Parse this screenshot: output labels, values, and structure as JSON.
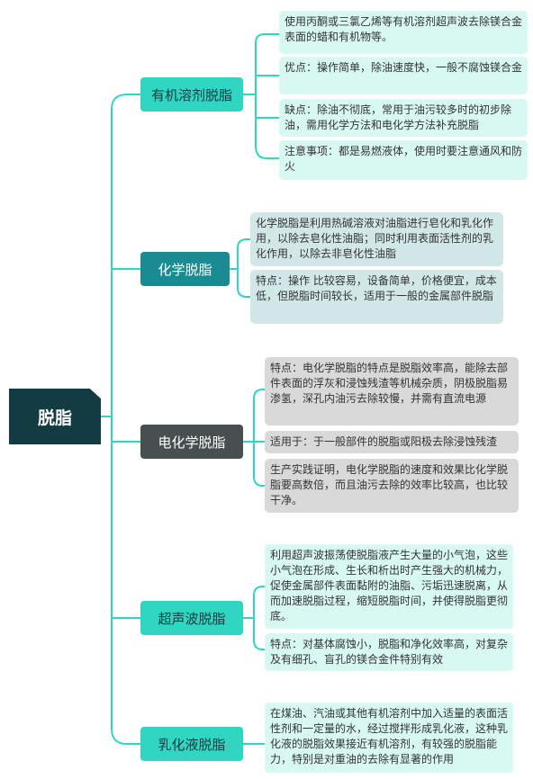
{
  "root": {
    "label": "脱脂"
  },
  "branches": [
    {
      "label": "有机溶剂脱脂",
      "leaves": [
        "使用丙酮或三氯乙烯等有机溶剂超声波去除镁合金表面的蜡和有机物等。",
        "优点：操作简单，除油速度快，一般不腐蚀镁合金",
        "缺点：除油不彻底，常用于油污较多时的初步除油，需用化学方法和电化学方法补充脱脂",
        "注意事项：都是易燃液体，使用时要注意通风和防火"
      ]
    },
    {
      "label": "化学脱脂",
      "leaves": [
        "化学脱脂是利用热碱溶液对油脂进行皂化和乳化作用，以除去皂化性油脂；同时利用表面活性剂的乳化作用，以除去非皂化性油脂",
        "特点：操作 比较容易，设备简单，价格便宜，成本低，但脱脂时间较长，适用于一般的金属部件脱脂"
      ]
    },
    {
      "label": "电化学脱脂",
      "leaves": [
        "特点：电化学脱脂的特点是脱脂效率高，能除去部 件表面的浮灰和浸蚀残渣等机械杂质，阴极脱脂易渗氢，深孔内油污去除较慢，并需有直流电源",
        "适用于：于一般部件的脱脂或阳极去除浸蚀残渣",
        "生产实践证明，电化学脱脂的速度和效果比化学脱脂要高数倍，而且油污去除的效率比较高，也比较干净。"
      ]
    },
    {
      "label": "超声波脱脂",
      "leaves": [
        "利用超声波振荡使脱脂液产生大量的小气泡，这些小气泡在形成、生长和析出时产生强大的机械力，促使金属部件表面黏附的油脂、污垢迅速脱离，从而加速脱脂过程，缩短脱脂时间，并使得脱脂更彻底。",
        "特点：对基体腐蚀小，脱脂和净化效率高，对复杂及有细孔、盲孔的镁合金件特别有效"
      ]
    },
    {
      "label": "乳化液脱脂",
      "leaves": [
        "在煤油、汽油或其他有机溶剂中加入适量的表面活性剂和一定量的水，经过搅拌形成乳化液，这种乳化液的脱脂效果接近有机溶剂，有较强的脱脂能力，特别是对重油的去除有显著的作用"
      ]
    }
  ],
  "colors": {
    "line": "#31d6c2",
    "root": "#123c42"
  }
}
